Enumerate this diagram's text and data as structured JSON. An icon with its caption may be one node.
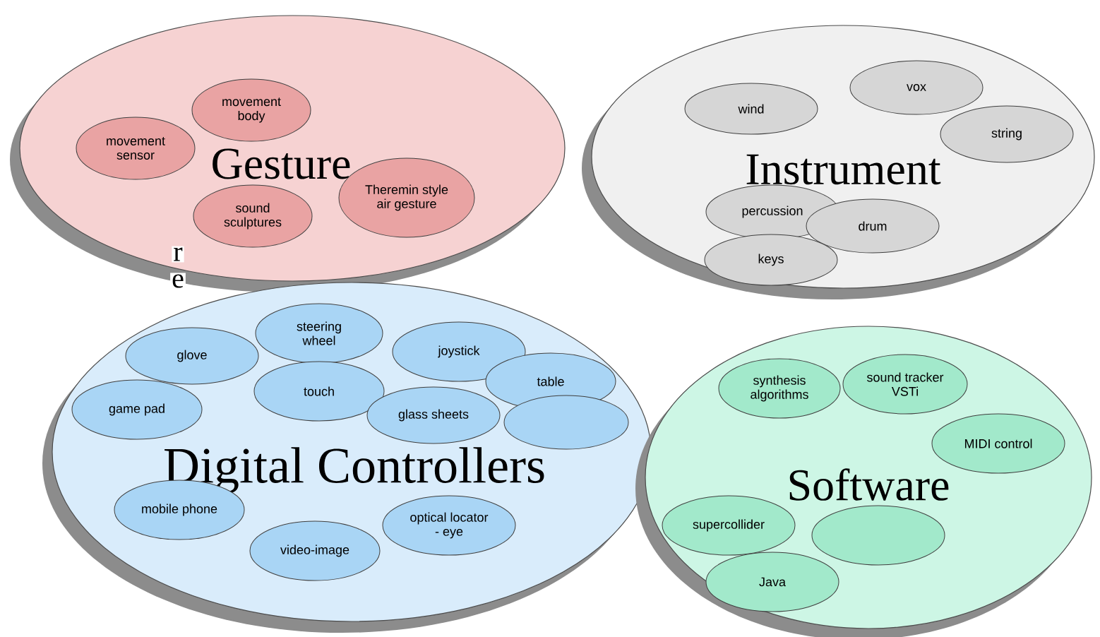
{
  "diagram": {
    "nodes": [
      {
        "text": [
          "Gesture"
        ]
      },
      {
        "text": [
          "movement body"
        ],
        "in": 0
      },
      {
        "text": [
          "movement sensor"
        ],
        "in": 0
      },
      {
        "text": [
          "Theremin style air gesture"
        ],
        "in": 0
      },
      {
        "text": [
          "sound sculptures"
        ],
        "in": 0
      },
      {
        "text": [
          "Instrument"
        ]
      },
      {
        "text": [
          "vox"
        ],
        "in": 5
      },
      {
        "text": [
          "wind"
        ],
        "in": 5
      },
      {
        "text": [
          "string"
        ],
        "in": 5
      },
      {
        "text": [
          "percussion"
        ],
        "in": 5
      },
      {
        "text": [
          "drum"
        ],
        "in": 5
      },
      {
        "text": [
          "keys"
        ],
        "in": 5
      },
      {
        "text": [
          "Digital Controllers"
        ]
      },
      {
        "text": [
          "steering wheel"
        ],
        "in": 12
      },
      {
        "text": [
          "joystick"
        ],
        "in": 12
      },
      {
        "text": [
          "glove"
        ],
        "in": 12
      },
      {
        "text": [
          "table"
        ],
        "in": 12
      },
      {
        "text": [
          "touch"
        ],
        "in": 12
      },
      {
        "text": [
          "game pad"
        ],
        "in": 12
      },
      {
        "text": [
          "glass sheets"
        ],
        "in": 12
      },
      {
        "text": [],
        "shape": "ellipse",
        "in": 12
      },
      {
        "text": [
          "mobile phone"
        ],
        "in": 12
      },
      {
        "text": [
          "optical locator - eye"
        ],
        "in": 12
      },
      {
        "text": [
          "video-image"
        ],
        "in": 12
      },
      {
        "text": [
          "Software"
        ]
      },
      {
        "text": [
          "synthesis algorithms"
        ],
        "in": 24
      },
      {
        "text": [
          "sound tracker VSTi"
        ],
        "in": 24
      },
      {
        "text": [
          "MIDI control"
        ],
        "in": 24
      },
      {
        "text": [
          "supercollider"
        ],
        "in": 24
      },
      {
        "text": [],
        "shape": "ellipse",
        "in": 24
      },
      {
        "text": [
          "Java"
        ],
        "in": 24
      }
    ],
    "labels": [
      "r",
      "e"
    ]
  }
}
